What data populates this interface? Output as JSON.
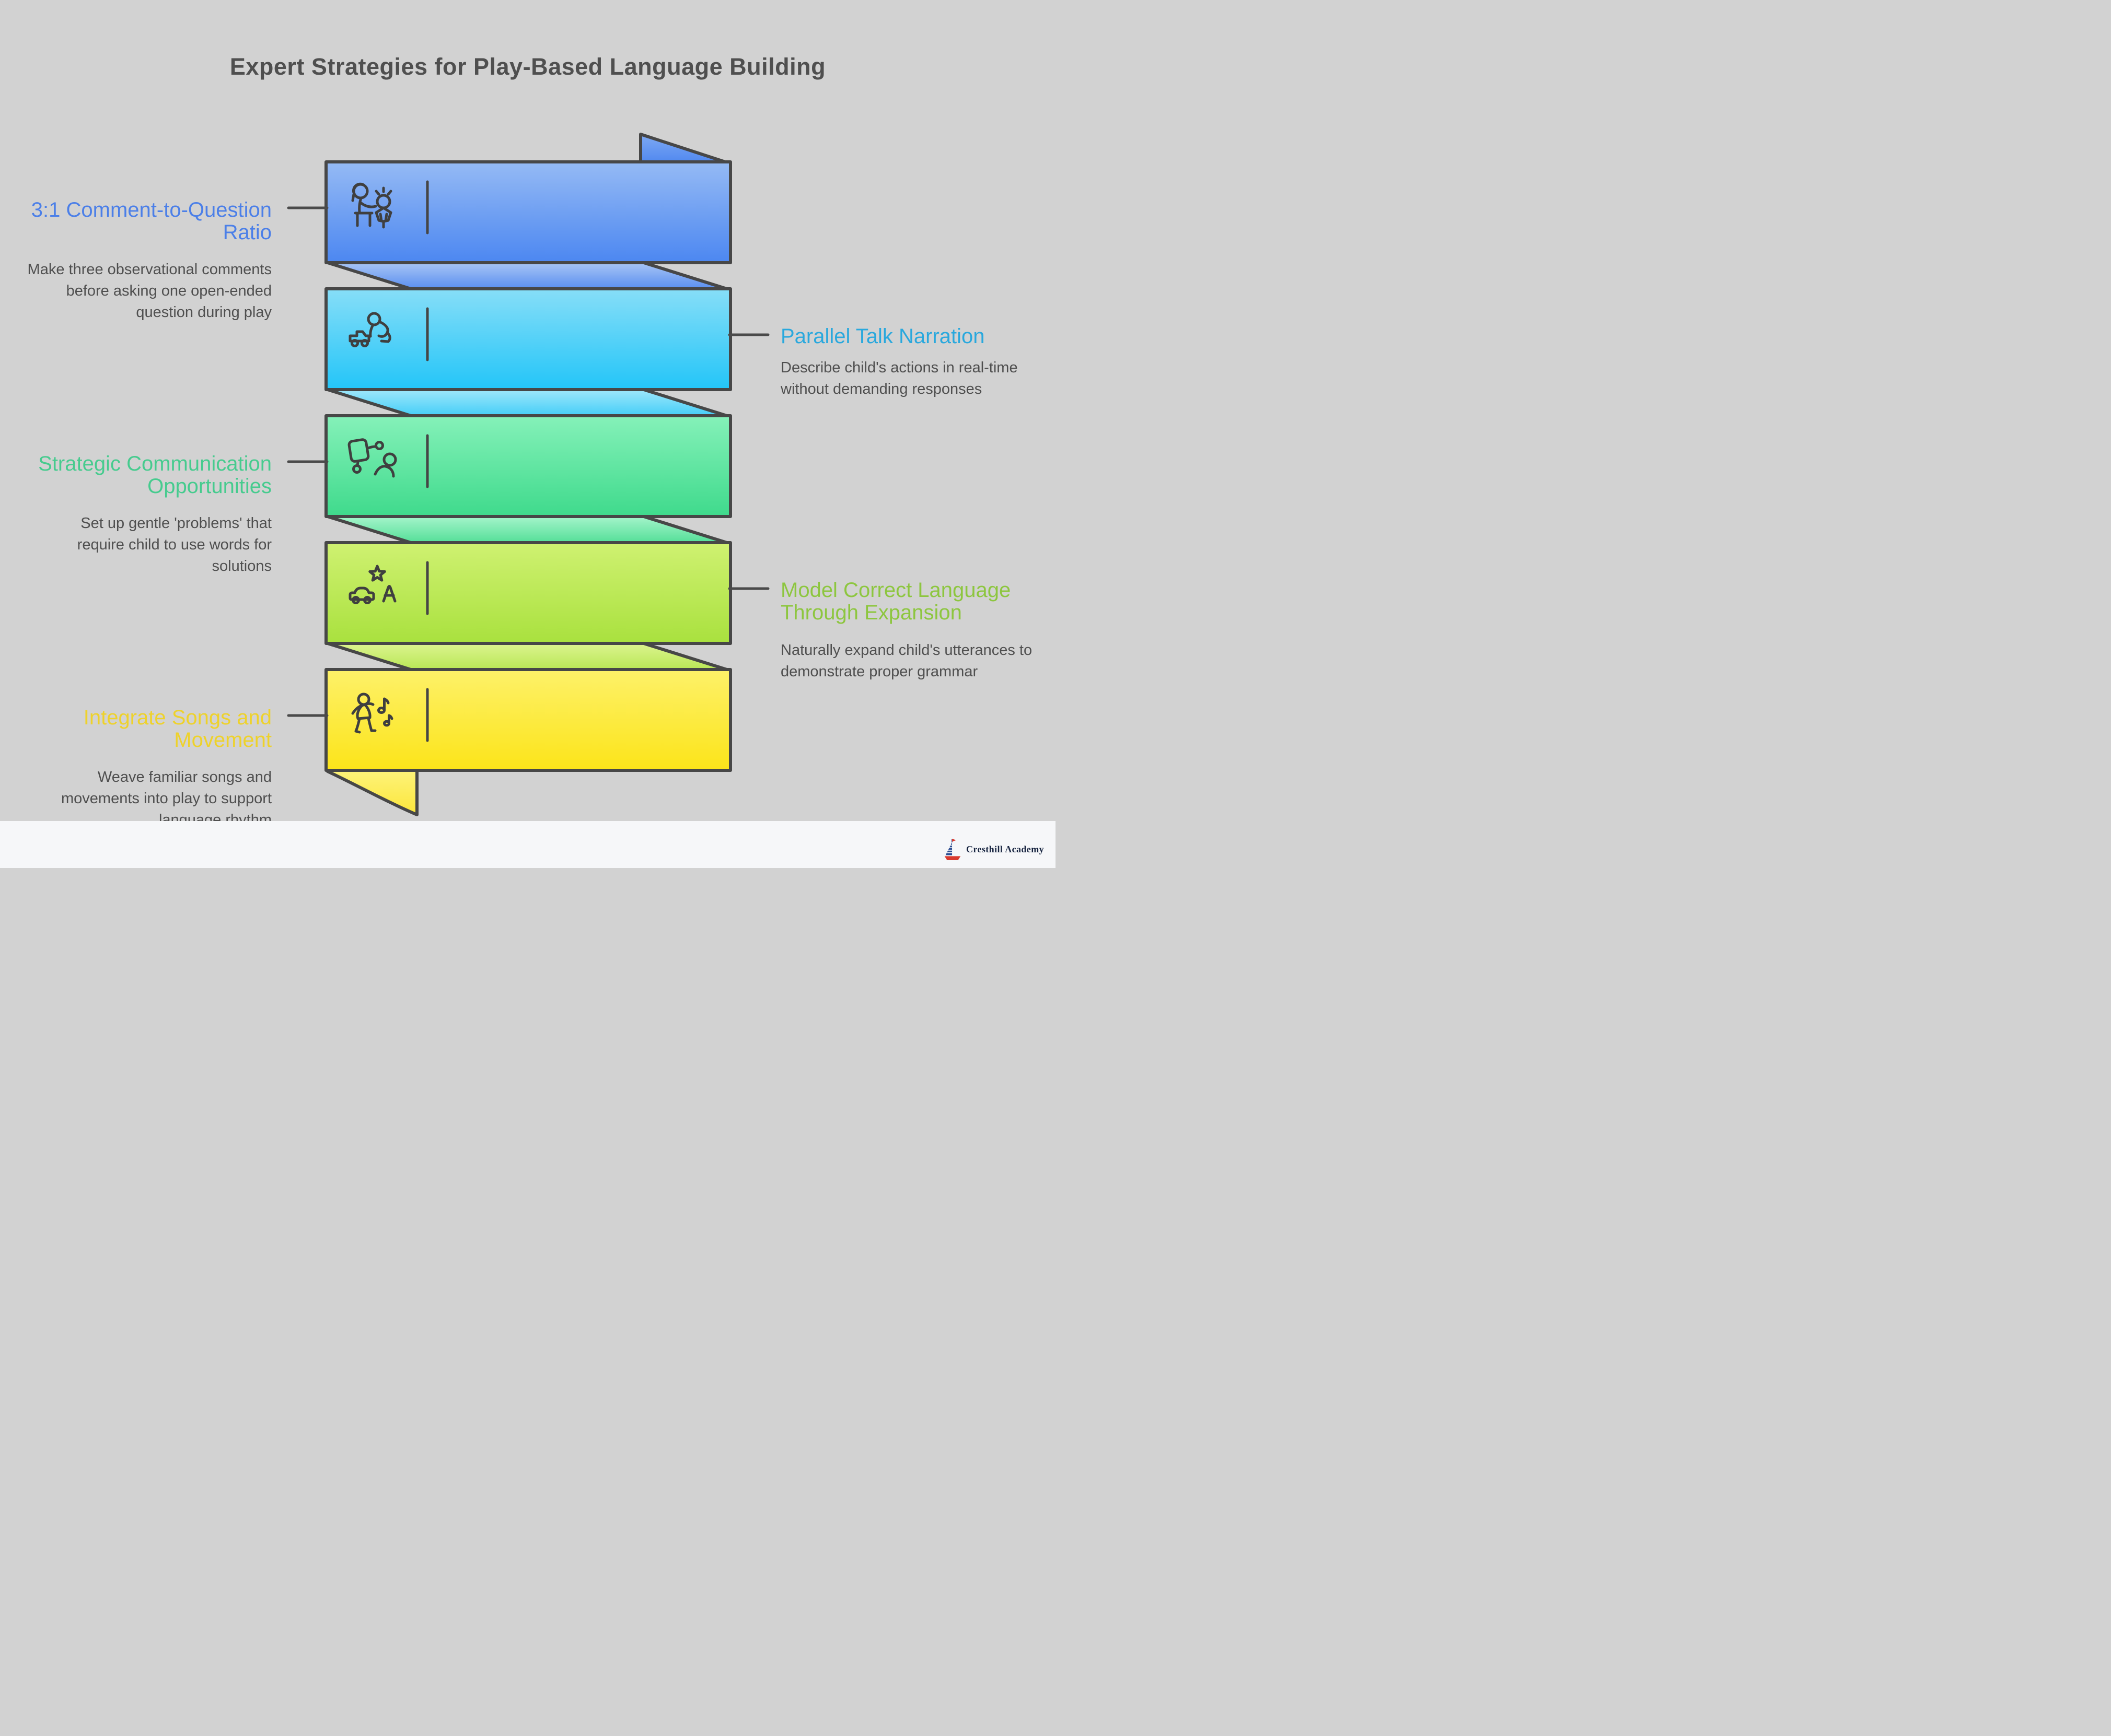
{
  "title": "Expert Strategies for Play-Based Language Building",
  "items": [
    {
      "label": "3:1 Comment-to-Question Ratio",
      "description": "Make three observational comments before asking one open-ended question during play",
      "accent_color": "#4b7fe8",
      "ribbon_gradient": {
        "top": "#95baf4",
        "bottom": "#4c87f1"
      },
      "icon": "caregiver-child-icon",
      "side": "left"
    },
    {
      "label": "Parallel Talk Narration",
      "description": "Describe child's actions in real-time without demanding responses",
      "accent_color": "#29a8dd",
      "ribbon_gradient": {
        "top": "#87def8",
        "bottom": "#23c5f8"
      },
      "icon": "crawling-child-toy-car-icon",
      "side": "right"
    },
    {
      "label": "Strategic Communication Opportunities",
      "description": "Set up gentle 'problems' that require child to use words for solutions",
      "accent_color": "#46cb8e",
      "ribbon_gradient": {
        "top": "#85f1b9",
        "bottom": "#3fda8c"
      },
      "icon": "communication-board-person-icon",
      "side": "left"
    },
    {
      "label": "Model Correct Language Through Expansion",
      "description": "Naturally expand child's utterances to demonstrate proper grammar",
      "accent_color": "#8dc63f",
      "ribbon_gradient": {
        "top": "#cff171",
        "bottom": "#a9e13e"
      },
      "icon": "star-car-letter-icon",
      "side": "right"
    },
    {
      "label": "Integrate Songs and Movement",
      "description": "Weave familiar songs and movements into play to support language rhythm",
      "accent_color": "#eed22b",
      "ribbon_gradient": {
        "top": "#fdf169",
        "bottom": "#fce419"
      },
      "icon": "dancing-child-music-icon",
      "side": "left"
    }
  ],
  "outline_color": "#474747",
  "background_color": "#d2d2d2",
  "footer": {
    "brand": "Cresthill Academy"
  }
}
